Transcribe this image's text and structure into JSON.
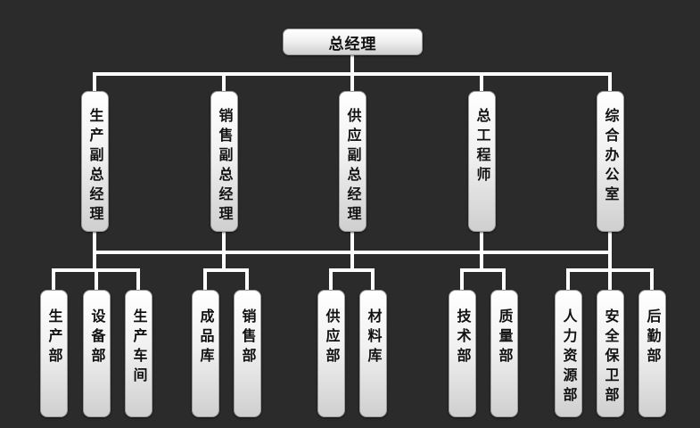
{
  "org_chart": {
    "root": "总经理",
    "divisions": [
      {
        "name": "生产副总经理",
        "departments": [
          "生产部",
          "设备部",
          "生产车间"
        ]
      },
      {
        "name": "销售副总经理",
        "departments": [
          "成品库",
          "销售部"
        ]
      },
      {
        "name": "供应副总经理",
        "departments": [
          "供应部",
          "材料库"
        ]
      },
      {
        "name": "总工程师",
        "departments": [
          "技术部",
          "质量部"
        ]
      },
      {
        "name": "综合办公室",
        "departments": [
          "人力资源部",
          "安全保卫部",
          "后勤部"
        ]
      }
    ]
  },
  "colors": {
    "background": "#2b2b2b",
    "connector": "#ffffff",
    "box_top": "#ffffff",
    "box_bottom": "#cfcfcf",
    "text": "#111111"
  }
}
